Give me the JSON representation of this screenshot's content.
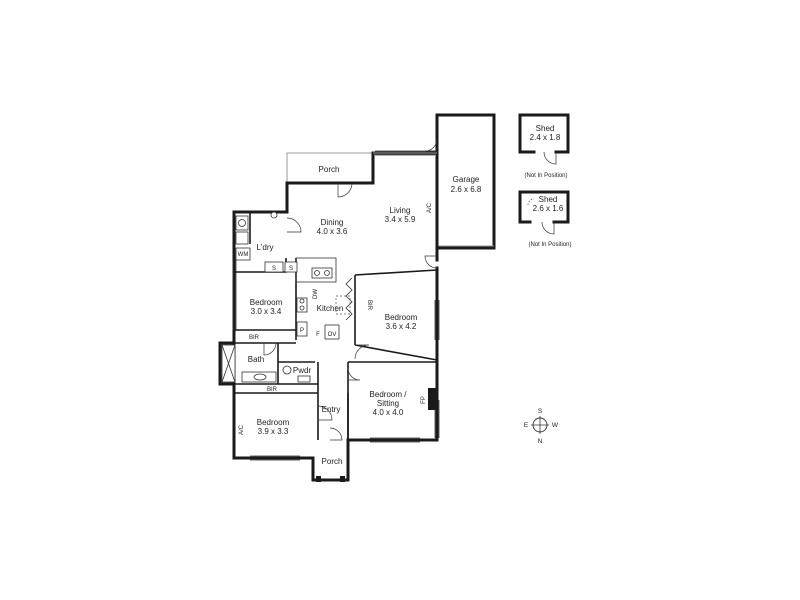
{
  "rooms": {
    "porch_top": "Porch",
    "dining": {
      "name": "Dining",
      "size": "4.0 x 3.6"
    },
    "living": {
      "name": "Living",
      "size": "3.4 x 5.9"
    },
    "garage": {
      "name": "Garage",
      "size": "2.6 x 6.8"
    },
    "laundry": "L'dry",
    "wm": "WM",
    "s1": "S",
    "s2": "S",
    "bedroom1": {
      "name": "Bedroom",
      "size": "3.0 x 3.4"
    },
    "kitchen": "Kitchen",
    "dw": "DW",
    "bir1": "BIR",
    "bedroom2": {
      "name": "Bedroom",
      "size": "3.6 x 4.2"
    },
    "bir2": "BIR",
    "p": "P",
    "f": "F",
    "ov": "OV",
    "bath": "Bath",
    "pwdr": "Pwdr",
    "bir3": "BIR",
    "bedroom_sitting": {
      "name": "Bedroom /",
      "name2": "Sitting",
      "size": "4.0 x 4.0"
    },
    "fp": "FP",
    "bedroom3": {
      "name": "Bedroom",
      "size": "3.9 x 3.3"
    },
    "ac1": "A/C",
    "ac2": "A/C",
    "entry": "Entry",
    "porch_bottom": "Porch"
  },
  "sheds": [
    {
      "name": "Shed",
      "size": "2.4 x 1.8",
      "note": "(Not In Position)"
    },
    {
      "name": "Shed",
      "size": "2.6 x 1.6",
      "note": "(Not In Position)"
    }
  ],
  "compass": {
    "n": "N",
    "s": "S",
    "e": "E",
    "w": "W"
  }
}
